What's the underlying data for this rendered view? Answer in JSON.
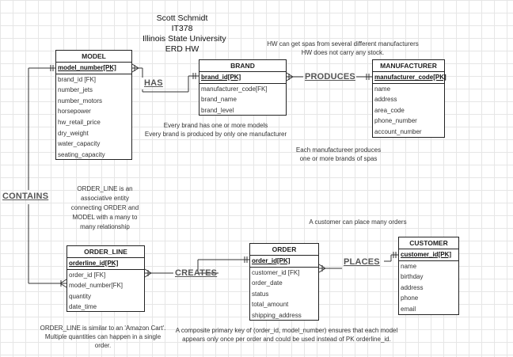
{
  "title": {
    "line1": "Scott Schmidt",
    "line2": "IT378",
    "line3": "Illinois State University",
    "line4": "ERD  HW"
  },
  "notes": {
    "spas": "HW can get spas from several different manufacturers\nHW does not carry any stock.",
    "brand": "Every brand has one or more models\nEvery brand is produced by only one manufacturer",
    "manufacturer": "Each manufactureer produces\none or more brands of spas",
    "order_line": "ORDER_LINE is an\nassociative entity\nconnecting ORDER and\nMODEL with a many to\nmany relationship",
    "customer": "A customer can place many orders",
    "amazon": "ORDER_LINE is similar to an 'Amazon Cart'.\nMultiple quantities  can happen in a single\norder.",
    "composite": "A composite primary key of  (order_id, model_number) ensures that each model\nappears only once per order and could be used instead of PK orderline_id."
  },
  "relationships": {
    "has": "HAS",
    "produces": "PRODUCES",
    "contains": "CONTAINS",
    "creates": "CREATES",
    "places": "PLACES"
  },
  "entities": {
    "model": {
      "name": "MODEL",
      "pk": "model_number[PK]",
      "fields": [
        "brand_id [FK]",
        "number_jets",
        "number_motors",
        "horsepower",
        "hw_retail_price",
        "dry_weight",
        "water_capacity",
        "seating_capacity"
      ]
    },
    "brand": {
      "name": "BRAND",
      "pk": "brand_id[PK]",
      "fields": [
        "manufacturer_code[FK]",
        "brand_name",
        "brand_level"
      ]
    },
    "manufacturer": {
      "name": "MANUFACTURER",
      "pk": "manufacturer_code[PK]",
      "fields": [
        "name",
        "address",
        "area_code",
        "phone_number",
        "account_number"
      ]
    },
    "order_line": {
      "name": "ORDER_LINE",
      "pk": "orderline_id[PK]",
      "fields": [
        "order_id [FK]",
        "model_number[FK]",
        "quantity",
        "date_time"
      ]
    },
    "order": {
      "name": "ORDER",
      "pk": "order_id[PK]",
      "fields": [
        "customer_id [FK]",
        "order_date",
        "status",
        "total_amount",
        "shipping_address"
      ]
    },
    "customer": {
      "name": "CUSTOMER",
      "pk": "customer_id[PK]",
      "fields": [
        "name",
        "birthday",
        "address",
        "phone",
        "email"
      ]
    }
  }
}
